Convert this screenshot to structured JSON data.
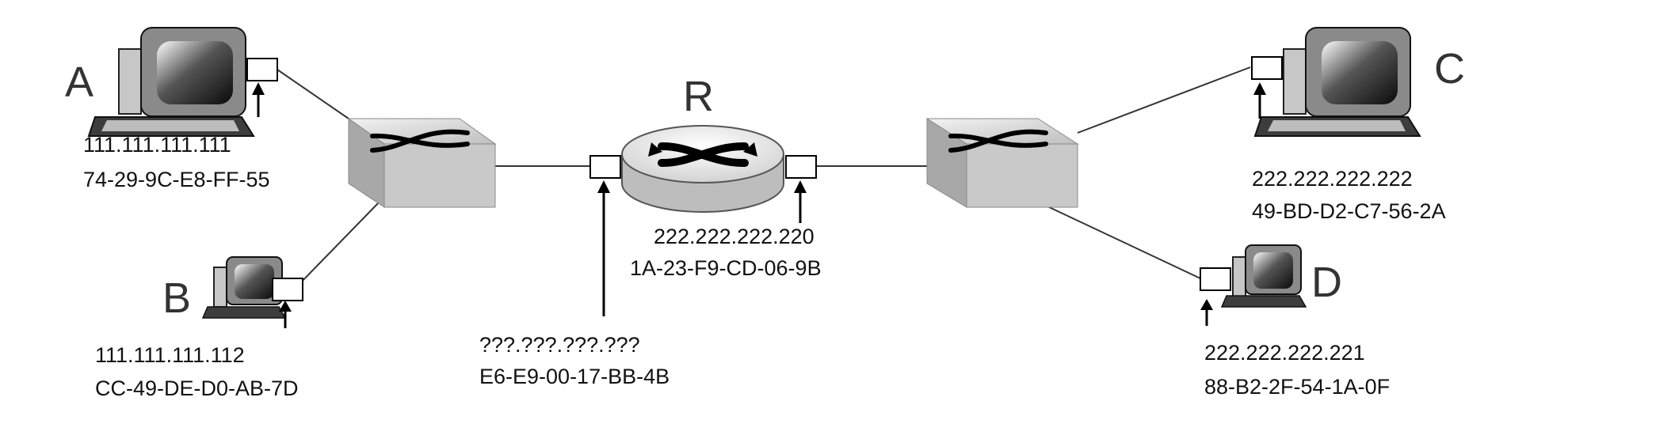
{
  "hosts": {
    "a": {
      "name": "A",
      "ip": "111.111.111.111",
      "mac": "74-29-9C-E8-FF-55"
    },
    "b": {
      "name": "B",
      "ip": "111.111.111.112",
      "mac": "CC-49-DE-D0-AB-7D"
    },
    "c": {
      "name": "C",
      "ip": "222.222.222.222",
      "mac": "49-BD-D2-C7-56-2A"
    },
    "d": {
      "name": "D",
      "ip": "222.222.222.221",
      "mac": "88-B2-2F-54-1A-0F"
    }
  },
  "router": {
    "name": "R",
    "left_interface": {
      "ip": "???.???.???.???",
      "mac": "E6-E9-00-17-BB-4B"
    },
    "right_interface": {
      "ip": "222.222.222.220",
      "mac": "1A-23-F9-CD-06-9B"
    }
  },
  "icons": {
    "computer": "desktop-computer-icon",
    "switch": "switch-icon",
    "router": "router-icon",
    "adapter": "network-adapter-icon"
  }
}
